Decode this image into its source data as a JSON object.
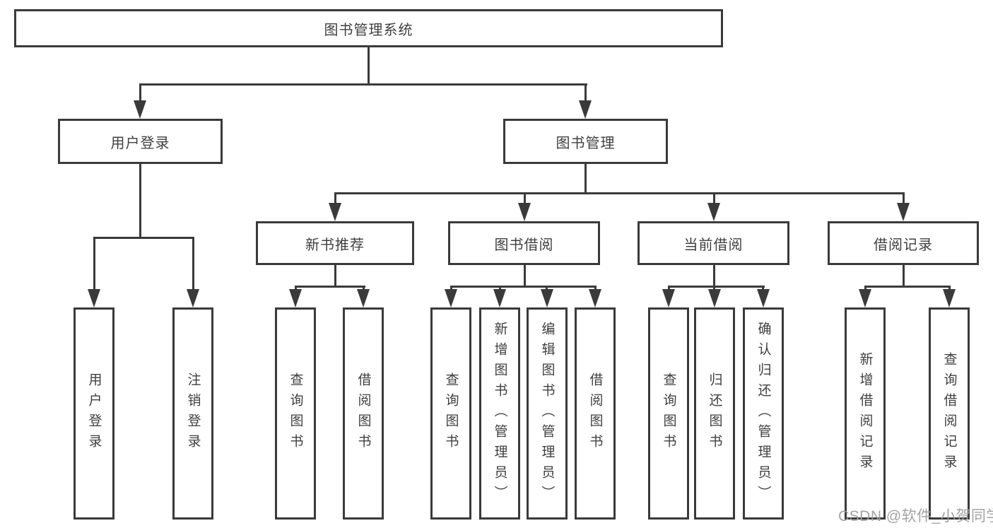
{
  "diagram": {
    "root": {
      "label": "图书管理系统"
    },
    "level2": [
      {
        "label": "用户登录"
      },
      {
        "label": "图书管理"
      }
    ],
    "level3": [
      {
        "label": "新书推荐"
      },
      {
        "label": "图书借阅"
      },
      {
        "label": "当前借阅"
      },
      {
        "label": "借阅记录"
      }
    ],
    "leaves": [
      {
        "label": "用户登录"
      },
      {
        "label": "注销登录"
      },
      {
        "label": "查询图书"
      },
      {
        "label": "借阅图书"
      },
      {
        "label": "查询图书"
      },
      {
        "label": "新增图书（管理员）"
      },
      {
        "label": "编辑图书（管理员）"
      },
      {
        "label": "借阅图书"
      },
      {
        "label": "查询图书"
      },
      {
        "label": "归还图书"
      },
      {
        "label": "确认归还（管理员）"
      },
      {
        "label": "新增借阅记录"
      },
      {
        "label": "查询借阅记录"
      }
    ],
    "colors": {
      "line": "#3a3a3a",
      "text": "#3f3f3f",
      "background": "#ffffff",
      "watermark": "#9e9e9e"
    }
  },
  "watermark": {
    "text": "CSDN @软件_小贺同学"
  }
}
